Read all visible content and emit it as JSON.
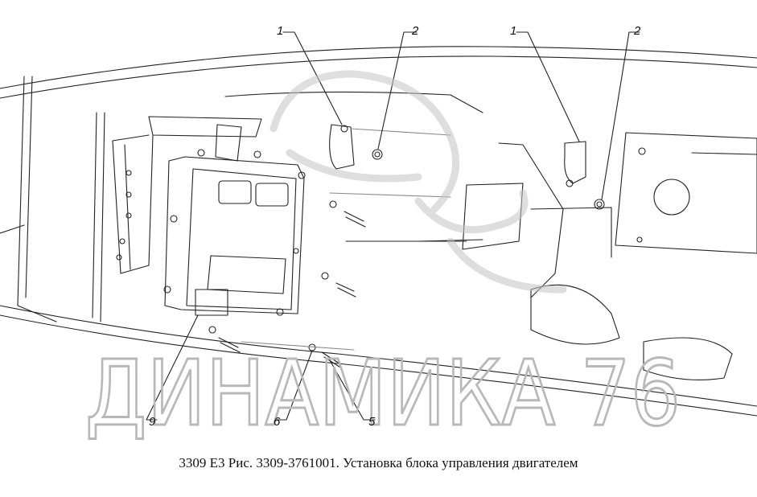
{
  "caption": "3309 Е3 Рис. 3309-3761001. Установка блока управления двигателем",
  "watermark": "ДИНАМИКА 76",
  "callouts": [
    "1",
    "2",
    "1",
    "2",
    "9",
    "6",
    "5"
  ],
  "colors": {
    "line": "#222222",
    "watermark": "#b8b8b8",
    "background": "#ffffff"
  }
}
